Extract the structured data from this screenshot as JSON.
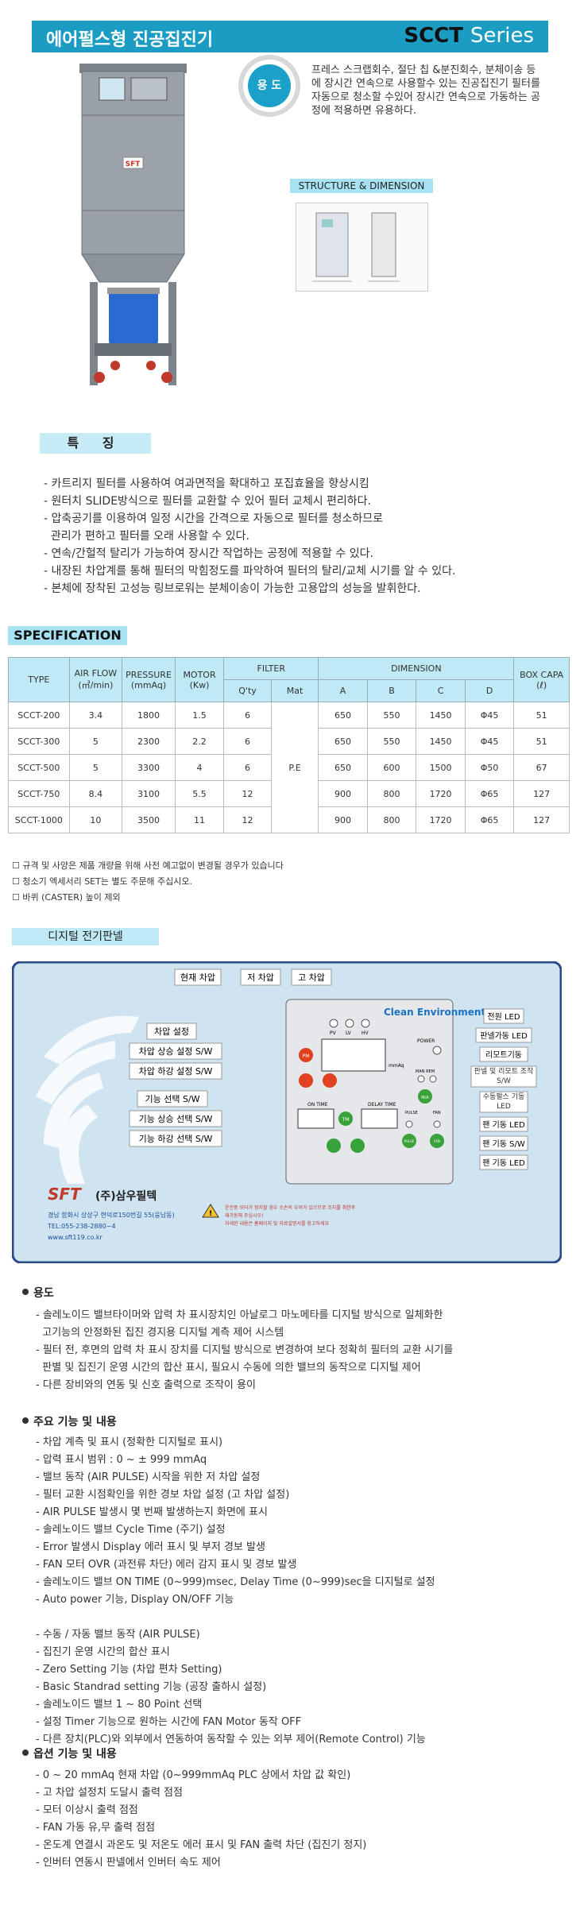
{
  "header": {
    "title": "에어펄스형 진공집진기",
    "model": "SCCT",
    "model_suffix": "Series"
  },
  "machine": {
    "brand": "SFT"
  },
  "purpose": {
    "badge": "용 도",
    "text": "프레스 스크랩회수, 절단 칩 &분진회수, 분체이송 등에 장시간 연속으로 사용할수 있는 진공집진기 필터를 자동으로 청소할 수있어 장시간 연속으로 가동하는 공정에 적용하면 유용하다."
  },
  "structure_label": "STRUCTURE & DIMENSION",
  "features": {
    "title": "특 징",
    "items": [
      "- 카트리지 필터를 사용하여 여과면적을 확대하고 포집효율을 향상시킴",
      "- 원터치 SLIDE방식으로 필터를 교환할 수 있어 필터 교체시 편리하다.",
      "- 압축공기를 이용하여 일정 시간을 간격으로 자동으로 필터를 청소하므로",
      "  관리가 편하고 필터를 오래 사용할 수 있다.",
      "- 연속/간헐적 탈리가 가능하여 장시간 작업하는 공정에 적용할 수 있다.",
      "- 내장된 차압계를 통해 필터의 막힘정도를 파악하여 필터의 탈리/교체 시기를 알 수 있다.",
      "- 본체에 장착된 고성능 링브로워는 분체이송이 가능한 고용압의 성능을 발휘한다."
    ]
  },
  "spec": {
    "title": "SPECIFICATION",
    "headers": {
      "type": "TYPE",
      "air_flow": "AIR FLOW",
      "air_flow_unit": "(㎥/min)",
      "pressure": "PRESSURE",
      "pressure_unit": "(mmAq)",
      "motor": "MOTOR",
      "motor_unit": "(Kw)",
      "filter": "FILTER",
      "qty": "Q'ty",
      "mat": "Mat",
      "dimension": "DIMENSION",
      "a": "A",
      "b": "B",
      "c": "C",
      "d": "D",
      "box": "BOX CAPA",
      "box_unit": "(ℓ)"
    },
    "mat_value": "P.E",
    "rows": [
      {
        "type": "SCCT-200",
        "air": "3.4",
        "pressure": "1800",
        "motor": "1.5",
        "qty": "6",
        "a": "650",
        "b": "550",
        "c": "1450",
        "d": "Φ45",
        "box": "51"
      },
      {
        "type": "SCCT-300",
        "air": "5",
        "pressure": "2300",
        "motor": "2.2",
        "qty": "6",
        "a": "650",
        "b": "550",
        "c": "1450",
        "d": "Φ45",
        "box": "51"
      },
      {
        "type": "SCCT-500",
        "air": "5",
        "pressure": "3300",
        "motor": "4",
        "qty": "6",
        "a": "650",
        "b": "600",
        "c": "1500",
        "d": "Φ50",
        "box": "67"
      },
      {
        "type": "SCCT-750",
        "air": "8.4",
        "pressure": "3100",
        "motor": "5.5",
        "qty": "12",
        "a": "900",
        "b": "800",
        "c": "1720",
        "d": "Φ65",
        "box": "127"
      },
      {
        "type": "SCCT-1000",
        "air": "10",
        "pressure": "3500",
        "motor": "11",
        "qty": "12",
        "a": "900",
        "b": "800",
        "c": "1720",
        "d": "Φ65",
        "box": "127"
      }
    ],
    "notes": [
      "☐ 규격 및 사양은 제품 개량을 위해 사전 예고없이 변경될 경우가 있습니다",
      "☐ 청소기 엑세서리 SET는 별도 주문해 주십시오.",
      "☐ 바퀴 (CASTER) 높이 제외"
    ]
  },
  "panel": {
    "title": "디지털 전기판넬",
    "top_labels": [
      "현재 차압",
      "저 차압",
      "고 차압"
    ],
    "brand_header": "Clean Environment",
    "lamp_labels": [
      "PV",
      "LV",
      "HV"
    ],
    "left_labels": [
      "차압 설정",
      "차압 상승 설정 S/W",
      "차압 하강 설정 S/W",
      "기능 선택 S/W",
      "기능 상승 선택 S/W",
      "기능 하강 선택 S/W"
    ],
    "right_labels": [
      "전원 LED",
      "판넬가동 LED",
      "리모트기동",
      "판넬 및 리모트 조작 S/W",
      "수동펄스 기동 LED",
      "팬 기동 LED",
      "팬 기동 S/W",
      "팬 기동 LED"
    ],
    "inner": {
      "power": "POWER",
      "man_rem": "MAN REM",
      "on_time": "ON TIME",
      "delay_time": "DELAY TIME",
      "pulse": "PULSE",
      "fan": "FAN",
      "mmaq": "mmAq",
      "pm": "PM",
      "tm": "TM",
      "ma": "M/A",
      "pulse_btn": "PULSE",
      "fan_btn": "FAN"
    },
    "company": {
      "logo": "SFT",
      "name": "(주)삼우필텍",
      "address": "경남 함화시 상상구 현덕로150번길 55(웅남동)",
      "tel": "TEL:055-238-2880~4",
      "web": "www.sft119.co.kr"
    },
    "warning": {
      "line1": "운전중 모터가 정지할 경우 소손의 우려가 있으므로 조치를 취한후",
      "line2": "재가동해 주십시오!",
      "line3": "자세한 내용은 홈페이지 및 자료설명서를 참고하세요"
    }
  },
  "sections": {
    "use": {
      "title": "용도",
      "items": [
        "- 솔레노이드 밸브타이머와 압력 차 표시장치인 아날로그 마노메타를 디지털 방식으로 일체화한",
        "  고기능의 안정화된 집진 경지용 디지털 계측 제어 시스템",
        "- 필터 전, 후면의 압력 차 표시 장치를 디지털 방식으로 변경하여 보다 정확히 필터의 교환 시기를",
        "  판별 및 집진기 운영 시간의 합산 표시, 필요시 수동에 의한 밸브의 동작으로 디지털 제어",
        "- 다른 장비와의 연동 및 신호 출력으로 조작이 용이"
      ]
    },
    "functions": {
      "title": "주요 기능 및 내용",
      "items": [
        "- 차압 계측 및 표시 (정확한 디지털로 표시)",
        "- 압력 표시 범위 : 0 ~ ± 999 mmAq",
        "- 밸브 동작 (AIR PULSE) 시작을 위한 저 차압 설정",
        "- 필터 교환 시점확인을 위한 경보 차압 설정 (고 차압 설정)",
        "- AIR PULSE 발생시 몇 번째 발생하는지 화면에 표시",
        "- 솔레노이드 밸브 Cycle Time (주기) 설정",
        "- Error 발생시 Display 에러 표시 및 부저 경보 발생",
        "- FAN 모터 OVR (과전류 차단) 에러 감지 표시 및 경보 발생",
        "- 솔레노이드 밸브 ON TIME (0~999)msec, Delay Time (0~999)sec을 디지털로 설정",
        "- Auto power 기능, Display ON/OFF 기능",
        "",
        "- 수동 / 자동 밸브 동작 (AIR PULSE)",
        "- 집진기 운영 시간의 합산 표시",
        "- Zero Setting 기능 (차압 편차 Setting)",
        "- Basic Standrad setting 기능 (공장 출하시 설정)",
        "- 솔레노이드 밸브 1 ~ 80 Point 선택",
        "- 설정 Timer 기능으로 원하는 시간에 FAN Motor 동작 OFF",
        "- 다른 장치(PLC)와 외부에서 연동하여 동작할 수 있는 외부 제어(Remote Control) 기능"
      ]
    },
    "options": {
      "title": "옵션 기능 및 내용",
      "items": [
        "- 0 ~ 20 mmAq 현재 차압 (0~999mmAq PLC 상에서 차압 값 확인)",
        "- 고 차압 설정치 도달시 출력 점점",
        "- 모터 이상시 출력 점점",
        "- FAN 가동 유,무 출력 점점",
        "- 온도계 연결시 과온도 및 저온도 에러 표시 및 FAN 출력 차단 (집진기 정지)",
        "- 인버터 연동시 판넬에서 인버터 속도 제어"
      ]
    }
  }
}
